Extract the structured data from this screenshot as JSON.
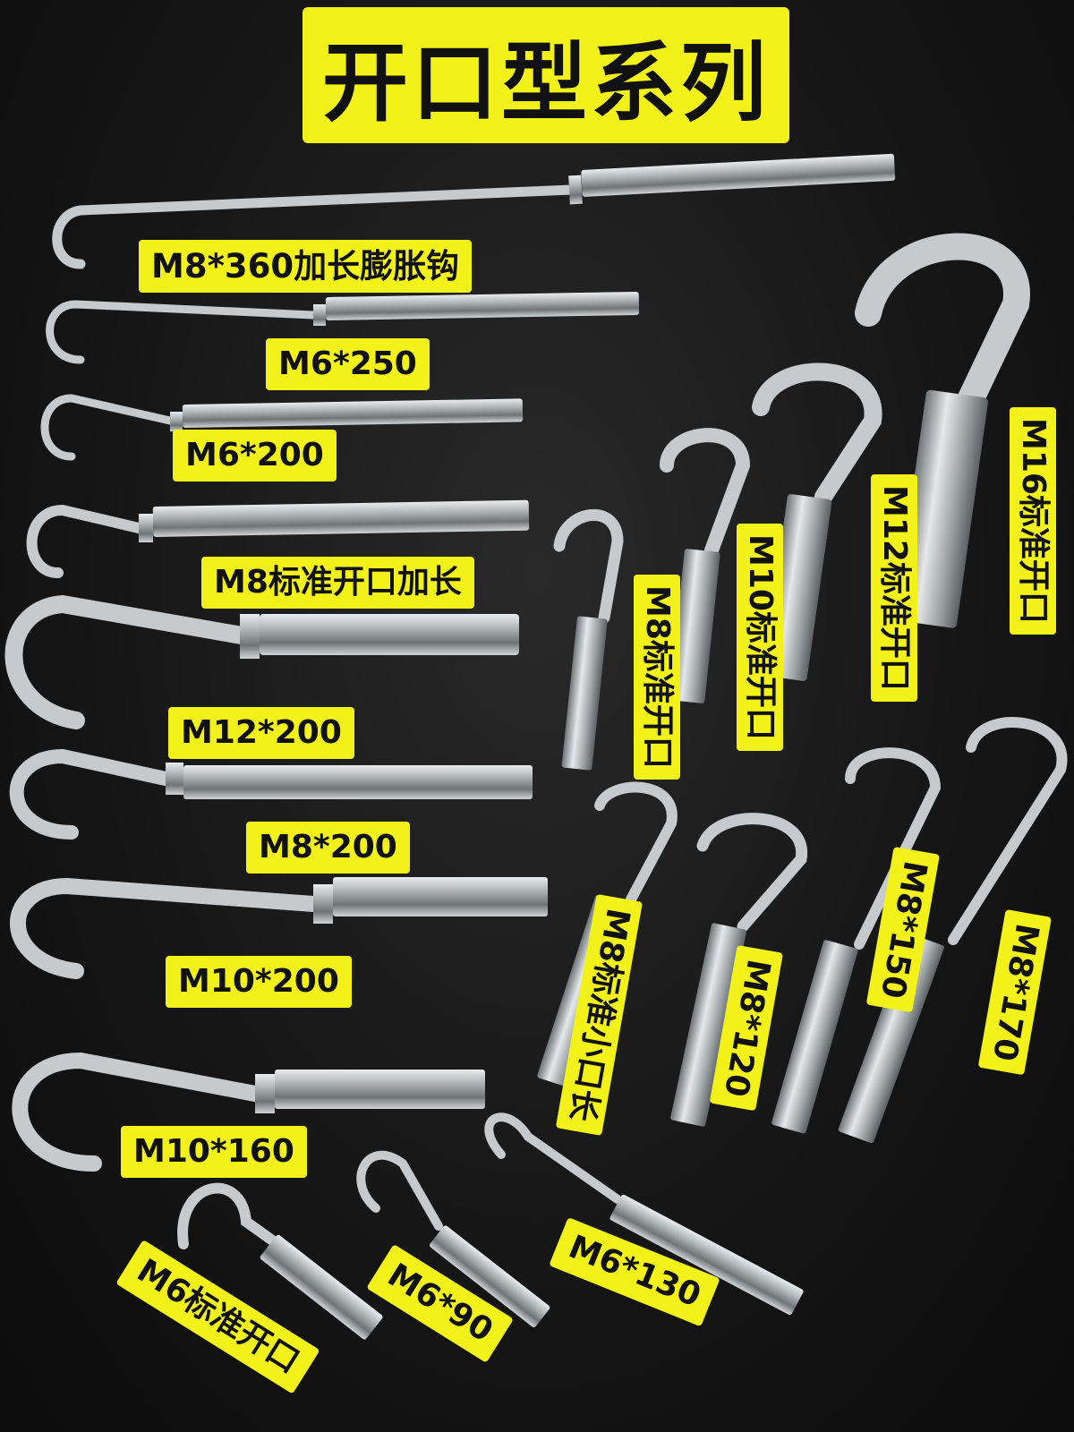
{
  "title": "开口型系列",
  "colors": {
    "label_bg": "#f2f21a",
    "label_text": "#111111",
    "background": "#151515",
    "steel": "#bfc3c6"
  },
  "labels": {
    "m8_360": "M8*360加长膨胀钩",
    "m6_250": "M6*250",
    "m6_200": "M6*200",
    "m8_std_long": "M8标准开口加长",
    "m12_200": "M12*200",
    "m8_200": "M8*200",
    "m10_200": "M10*200",
    "m10_160": "M10*160",
    "m6_std": "M6标准开口",
    "m6_90": "M6*90",
    "m6_130": "M6*130",
    "m8_std": "M8标准开口",
    "m10_std": "M10标准开口",
    "m12_std": "M12标准开口",
    "m16_std": "M16标准开口",
    "m8_std_small": "M8标准小口长",
    "m8_120": "M8*120",
    "m8_150": "M8*150",
    "m8_170": "M8*170"
  }
}
